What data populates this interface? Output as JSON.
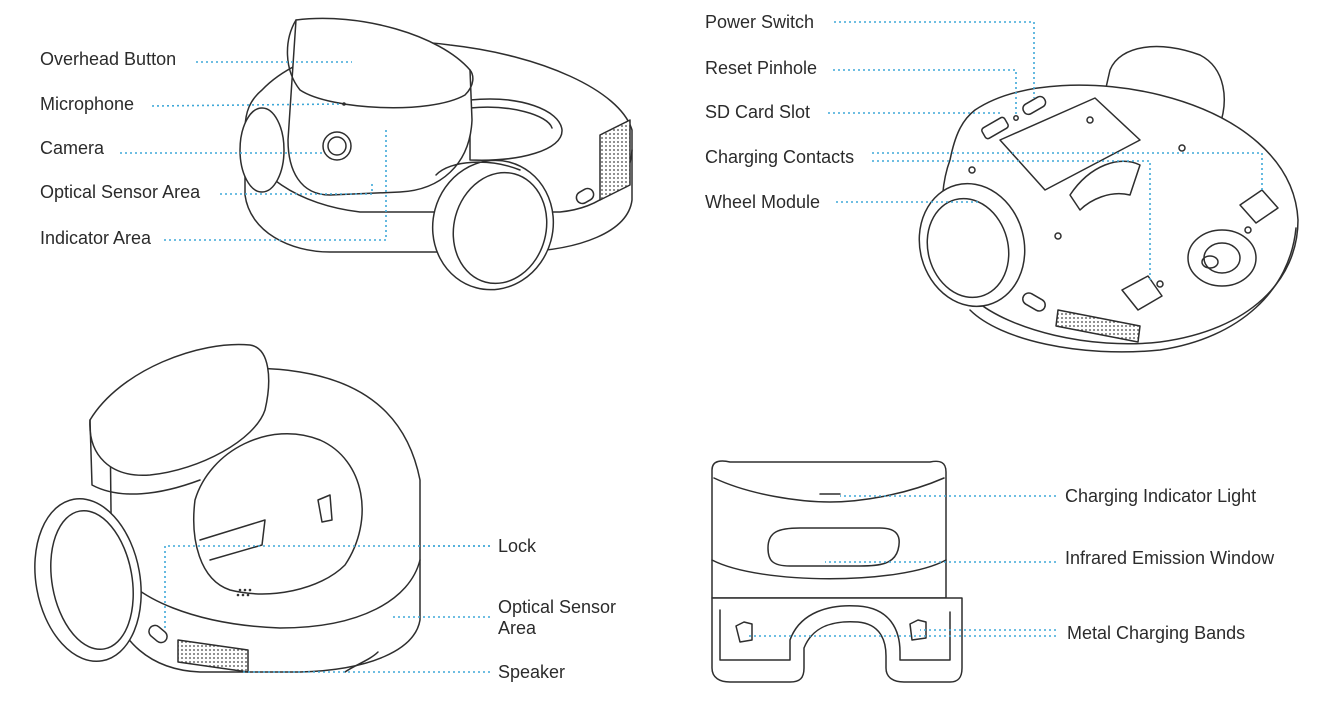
{
  "labels": {
    "overhead_button": "Overhead Button",
    "microphone": "Microphone",
    "camera": "Camera",
    "optical_sensor_area": "Optical Sensor Area",
    "indicator_area": "Indicator Area",
    "power_switch": "Power Switch",
    "reset_pinhole": "Reset Pinhole",
    "sd_card_slot": "SD Card Slot",
    "charging_contacts": "Charging Contacts",
    "wheel_module": "Wheel Module",
    "lock": "Lock",
    "optical_sensor_area_rear": "Optical Sensor Area",
    "speaker": "Speaker",
    "charging_indicator_light": "Charging Indicator Light",
    "infrared_emission_window": "Infrared Emission Window",
    "metal_charging_bands": "Metal Charging Bands"
  },
  "colors": {
    "leader_line": "#3fa8d8",
    "outline": "#2e2e2e",
    "label_text": "#2b2b2b"
  }
}
